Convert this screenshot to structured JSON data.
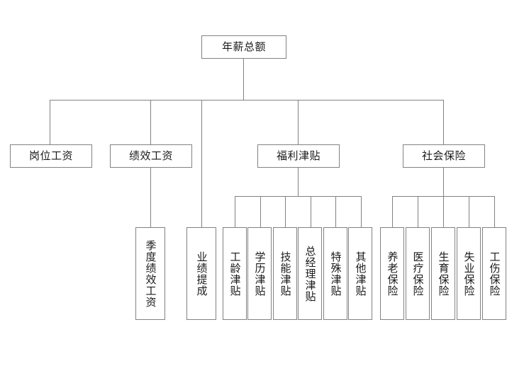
{
  "diagram": {
    "title_text": "年薪总额",
    "root": {
      "label": "年薪总额"
    },
    "level2": [
      {
        "label": "岗位工资"
      },
      {
        "label": "绩效工资"
      },
      {
        "label": "福利津贴"
      },
      {
        "label": "社会保险"
      }
    ],
    "performance_children": [
      {
        "label": "季度绩效工资"
      }
    ],
    "root_direct_leaf": [
      {
        "label": "业绩提成"
      }
    ],
    "welfare_children": [
      {
        "label": "工龄津贴"
      },
      {
        "label": "学历津贴"
      },
      {
        "label": "技能津贴"
      },
      {
        "label": "总经理津贴"
      },
      {
        "label": "特殊津贴"
      },
      {
        "label": "其他津贴"
      }
    ],
    "insurance_children": [
      {
        "label": "养老保险"
      },
      {
        "label": "医疗保险"
      },
      {
        "label": "生育保险"
      },
      {
        "label": "失业保险"
      },
      {
        "label": "工伤保险"
      }
    ],
    "colors": {
      "line": "#828282",
      "border": "#828282",
      "background": "#ffffff",
      "text": "#1a1a1a"
    }
  }
}
